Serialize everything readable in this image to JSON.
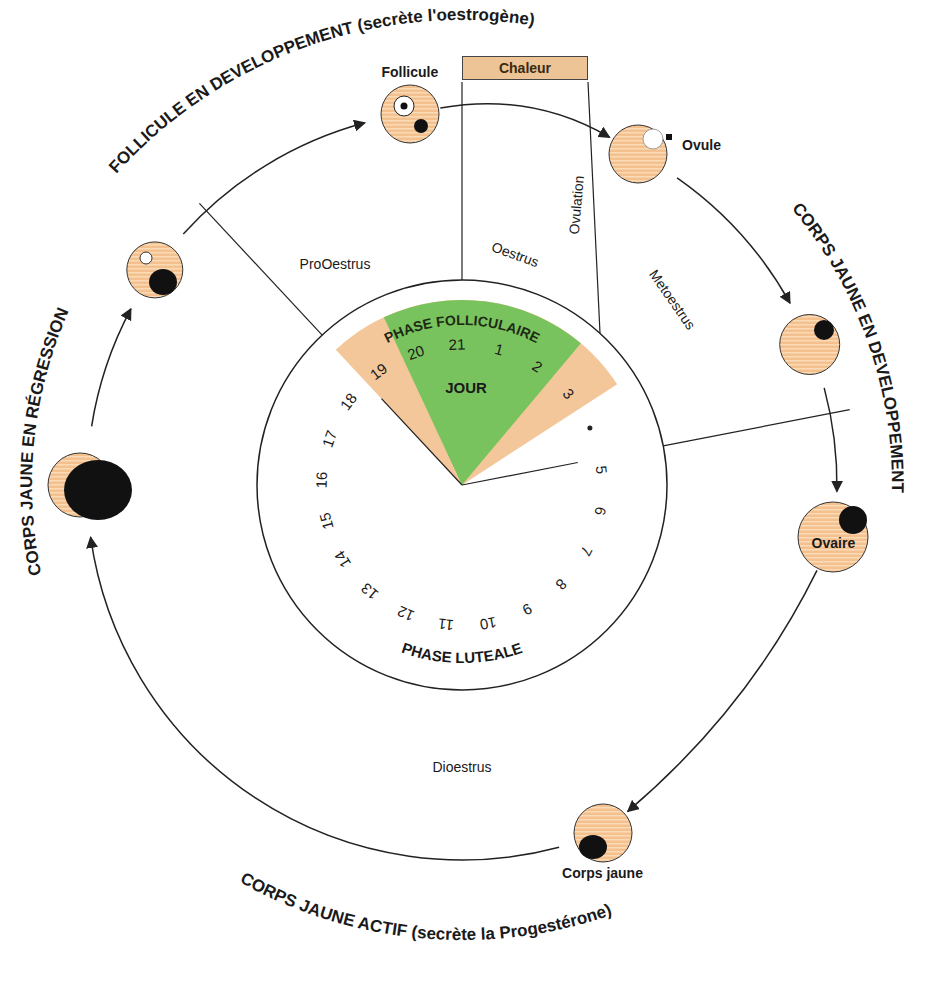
{
  "diagram": {
    "nodes": [
      {
        "text": [
          "Follicule"
        ]
      },
      {
        "text": [
          "Chaleur"
        ]
      },
      {
        "text": [
          "Ovule"
        ]
      },
      {
        "text": [
          "Ovaire"
        ]
      },
      {
        "text": [
          "Corps jaune"
        ]
      }
    ],
    "edges": [
      {
        "from": 0,
        "to": 2,
        "arrow": "to"
      },
      {
        "from": 3,
        "to": 4,
        "arrow": "to"
      }
    ],
    "labels": [
      "FOLLICULE EN DEVELOPPEMENT (secrète l'oestrogène)",
      "CORPS JAUNE EN RÉGRESSION",
      "CORPS JAUNE EN DEVELOPPEMENT",
      "ProOestrus",
      "Oestrus",
      "Ovulation",
      "Metoestrus",
      "PHASE FOLLICULAIRE",
      "JOUR",
      "19",
      "20",
      "21",
      "1",
      "2",
      "3",
      "5",
      "6",
      "7",
      "8",
      "9",
      "10",
      "11",
      "12",
      "13",
      "14",
      "15",
      "16",
      "17",
      "18",
      "PHASE LUTEALE",
      "Dioestrus",
      "CORPS JAUNE ACTIF (secrète la Progestérone)"
    ]
  }
}
